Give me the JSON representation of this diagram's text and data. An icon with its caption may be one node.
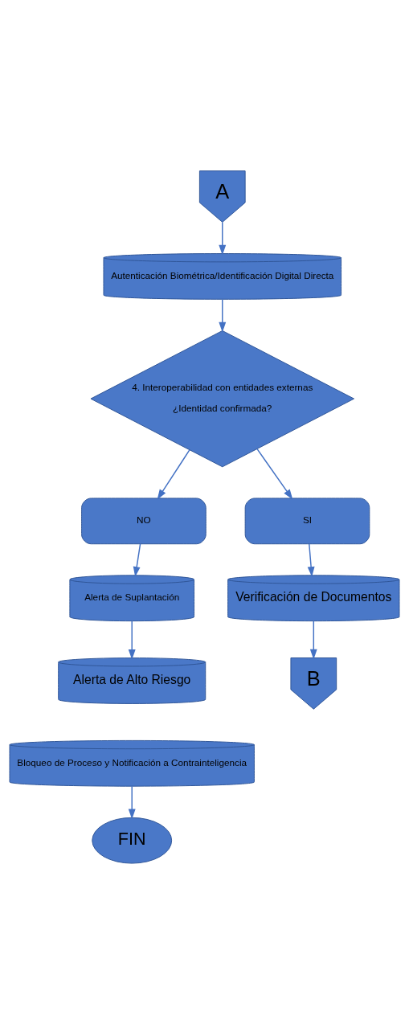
{
  "diagram": {
    "nodes": [
      {
        "text": [
          "A"
        ]
      },
      {
        "text": [
          "Autenticación Biométrica/Identificación Digital Directa"
        ]
      },
      {
        "text": [
          "4. Interoperabilidad con entidades externas",
          "¿Identidad confirmada?"
        ]
      },
      {
        "text": [
          "NO"
        ]
      },
      {
        "text": [
          "SI"
        ]
      },
      {
        "text": [
          "Alerta de Suplantación"
        ]
      },
      {
        "text": [
          "Verificación de Documentos"
        ]
      },
      {
        "text": [
          "Alerta de Alto Riesgo"
        ]
      },
      {
        "text": [
          "B"
        ]
      },
      {
        "text": [
          "Bloqueo de Proceso y Notificación a Contrainteligencia"
        ]
      },
      {
        "text": [
          "FIN"
        ]
      }
    ],
    "edges": [
      {
        "from": 0,
        "to": 1,
        "arrow": "to"
      },
      {
        "from": 1,
        "to": 2,
        "arrow": "to"
      },
      {
        "from": 2,
        "to": 3,
        "arrow": "to"
      },
      {
        "from": 2,
        "to": 4,
        "arrow": "to"
      },
      {
        "from": 3,
        "to": 5,
        "arrow": "to"
      },
      {
        "from": 4,
        "to": 6,
        "arrow": "to"
      },
      {
        "from": 5,
        "to": 7,
        "arrow": "to"
      },
      {
        "from": 6,
        "to": 8,
        "arrow": "to"
      },
      {
        "from": 9,
        "to": 10,
        "arrow": "to"
      }
    ]
  }
}
